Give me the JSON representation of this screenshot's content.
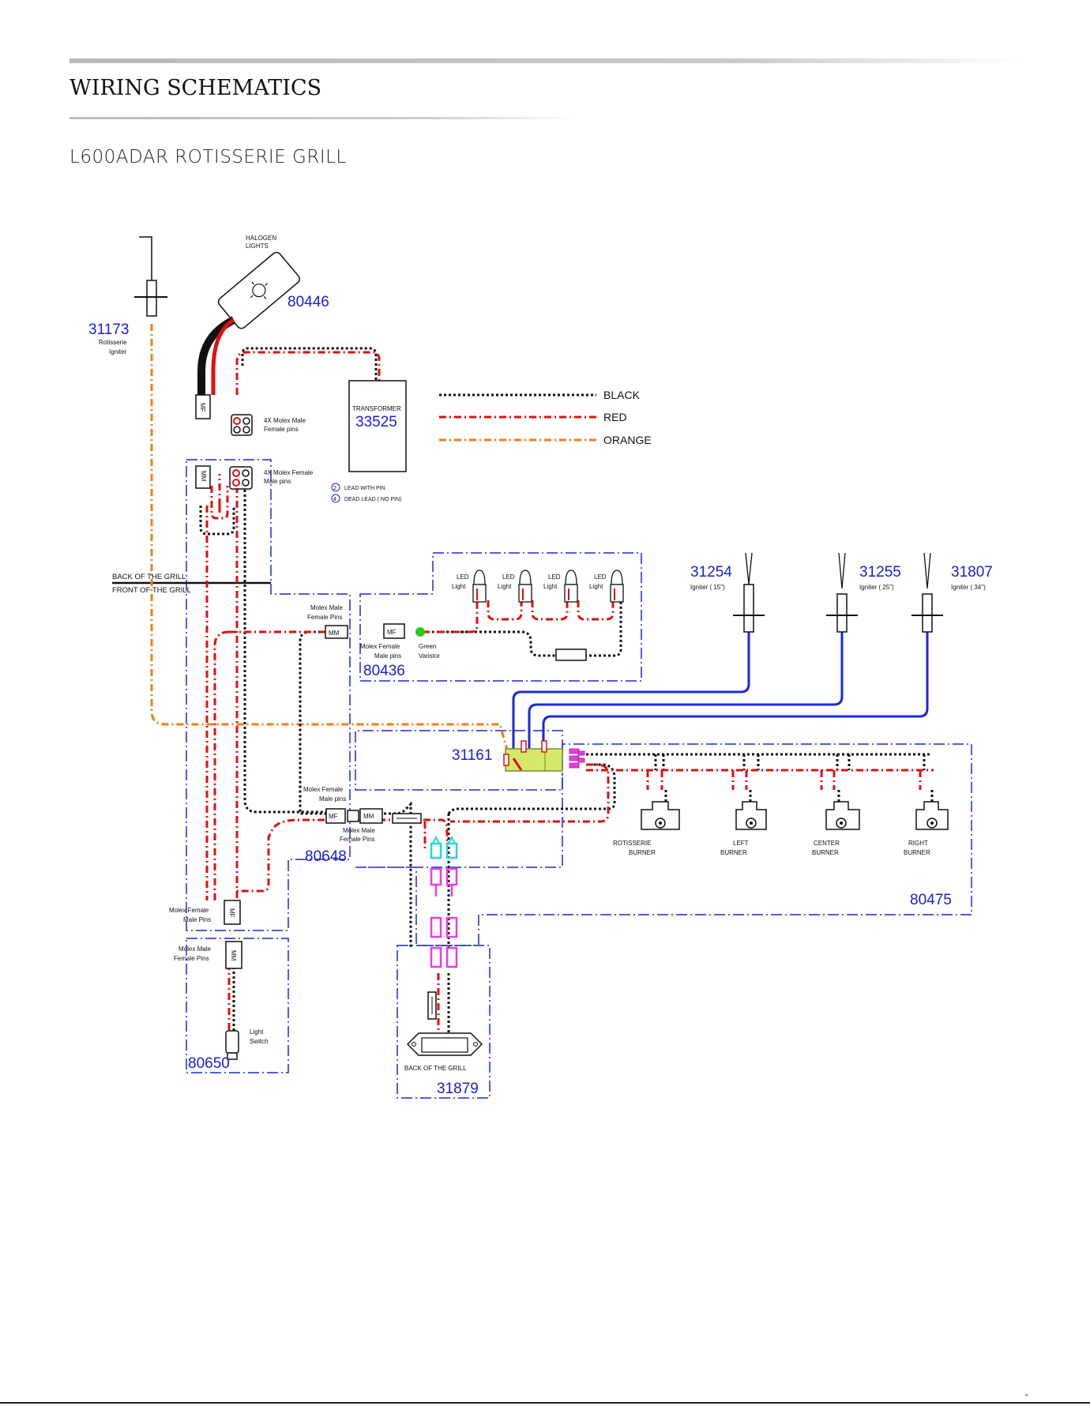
{
  "header": {
    "title": "WIRING SCHEMATICS",
    "subtitle": "L600ADAR ROTISSERIE GRILL"
  },
  "legend": [
    {
      "label": "BLACK",
      "color": "#111111"
    },
    {
      "label": "RED",
      "color": "#e01010"
    },
    {
      "label": "ORANGE",
      "color": "#f07f1a"
    }
  ],
  "colors": {
    "part_number": "#1c1cd6",
    "blue_wire": "#1a28d8",
    "cyan_connector": "#27d3e6",
    "magenta_connector": "#ee3ce0",
    "varistor": "#2ecc1a",
    "switch_block": "#d4e86a"
  },
  "labels": {
    "halogen_1": "HALOGEN",
    "halogen_2": "LIGHTS",
    "p80446": "80446",
    "p31173": "31173",
    "rot_igniter_1": "Rotisserie",
    "rot_igniter_2": "Igniter",
    "transformer": "TRANSFORMER",
    "p33525": "33525",
    "molex_mf_1": "4X Molex Male",
    "molex_mf_2": "Female pins",
    "molex_fm_1": "4X Molex Female",
    "molex_fm_2": "Male pins",
    "lead_pin_num": "2",
    "lead_pin": "LEAD WITH PIN",
    "dead_lead_num": "4",
    "dead_lead": "DEAD LEAD  ( NO PIN)",
    "back_grill": "BACK OF THE GRILL",
    "front_grill": "FRONT OF THE GRILL",
    "led": "LED",
    "light": "Light",
    "molex_male_fem_1": "Molex Male",
    "molex_male_fem_2": "Female Pins",
    "mm": "MM",
    "mf": "MF",
    "molex_fem_male_1": "Molex Female",
    "molex_fem_male_2": "Male pins",
    "green_1": "Green",
    "green_2": "Varistor",
    "p80436": "80436",
    "p31254": "31254",
    "igniter_15": "Igniter  ( 15\")",
    "p31255": "31255",
    "igniter_25": "Igniter  ( 25\")",
    "p31807": "31807",
    "igniter_34": "Igniter  ( 34\")",
    "p31161": "31161",
    "molex_fem_male_pins_2": "Male pins",
    "molex_male_fem_pins_1": "Molex Male",
    "molex_male_fem_pins_2": "Female Pins",
    "p80648": "80648",
    "rot_burner_1": "ROTISSERIE",
    "rot_burner_2": "BURNER",
    "left_burner_1": "LEFT",
    "left_burner_2": "BURNER",
    "center_burner_1": "CENTER",
    "center_burner_2": "BURNER",
    "right_burner_1": "RIGHT",
    "right_burner_2": "BURNER",
    "p80475": "80475",
    "molex_fem_male_pins_b1": "Molex Female",
    "molex_fem_male_pins_b2": "Male Pins",
    "molex_male_fem_pins_b1": "Molex Male",
    "molex_male_fem_pins_b2": "Female Pins",
    "light_switch_1": "Light",
    "light_switch_2": "Switch",
    "p80650": "80650",
    "back_grill_2": "BACK OF THE GRILL",
    "p31879": "31879"
  },
  "footer": {
    "mark": "\""
  }
}
